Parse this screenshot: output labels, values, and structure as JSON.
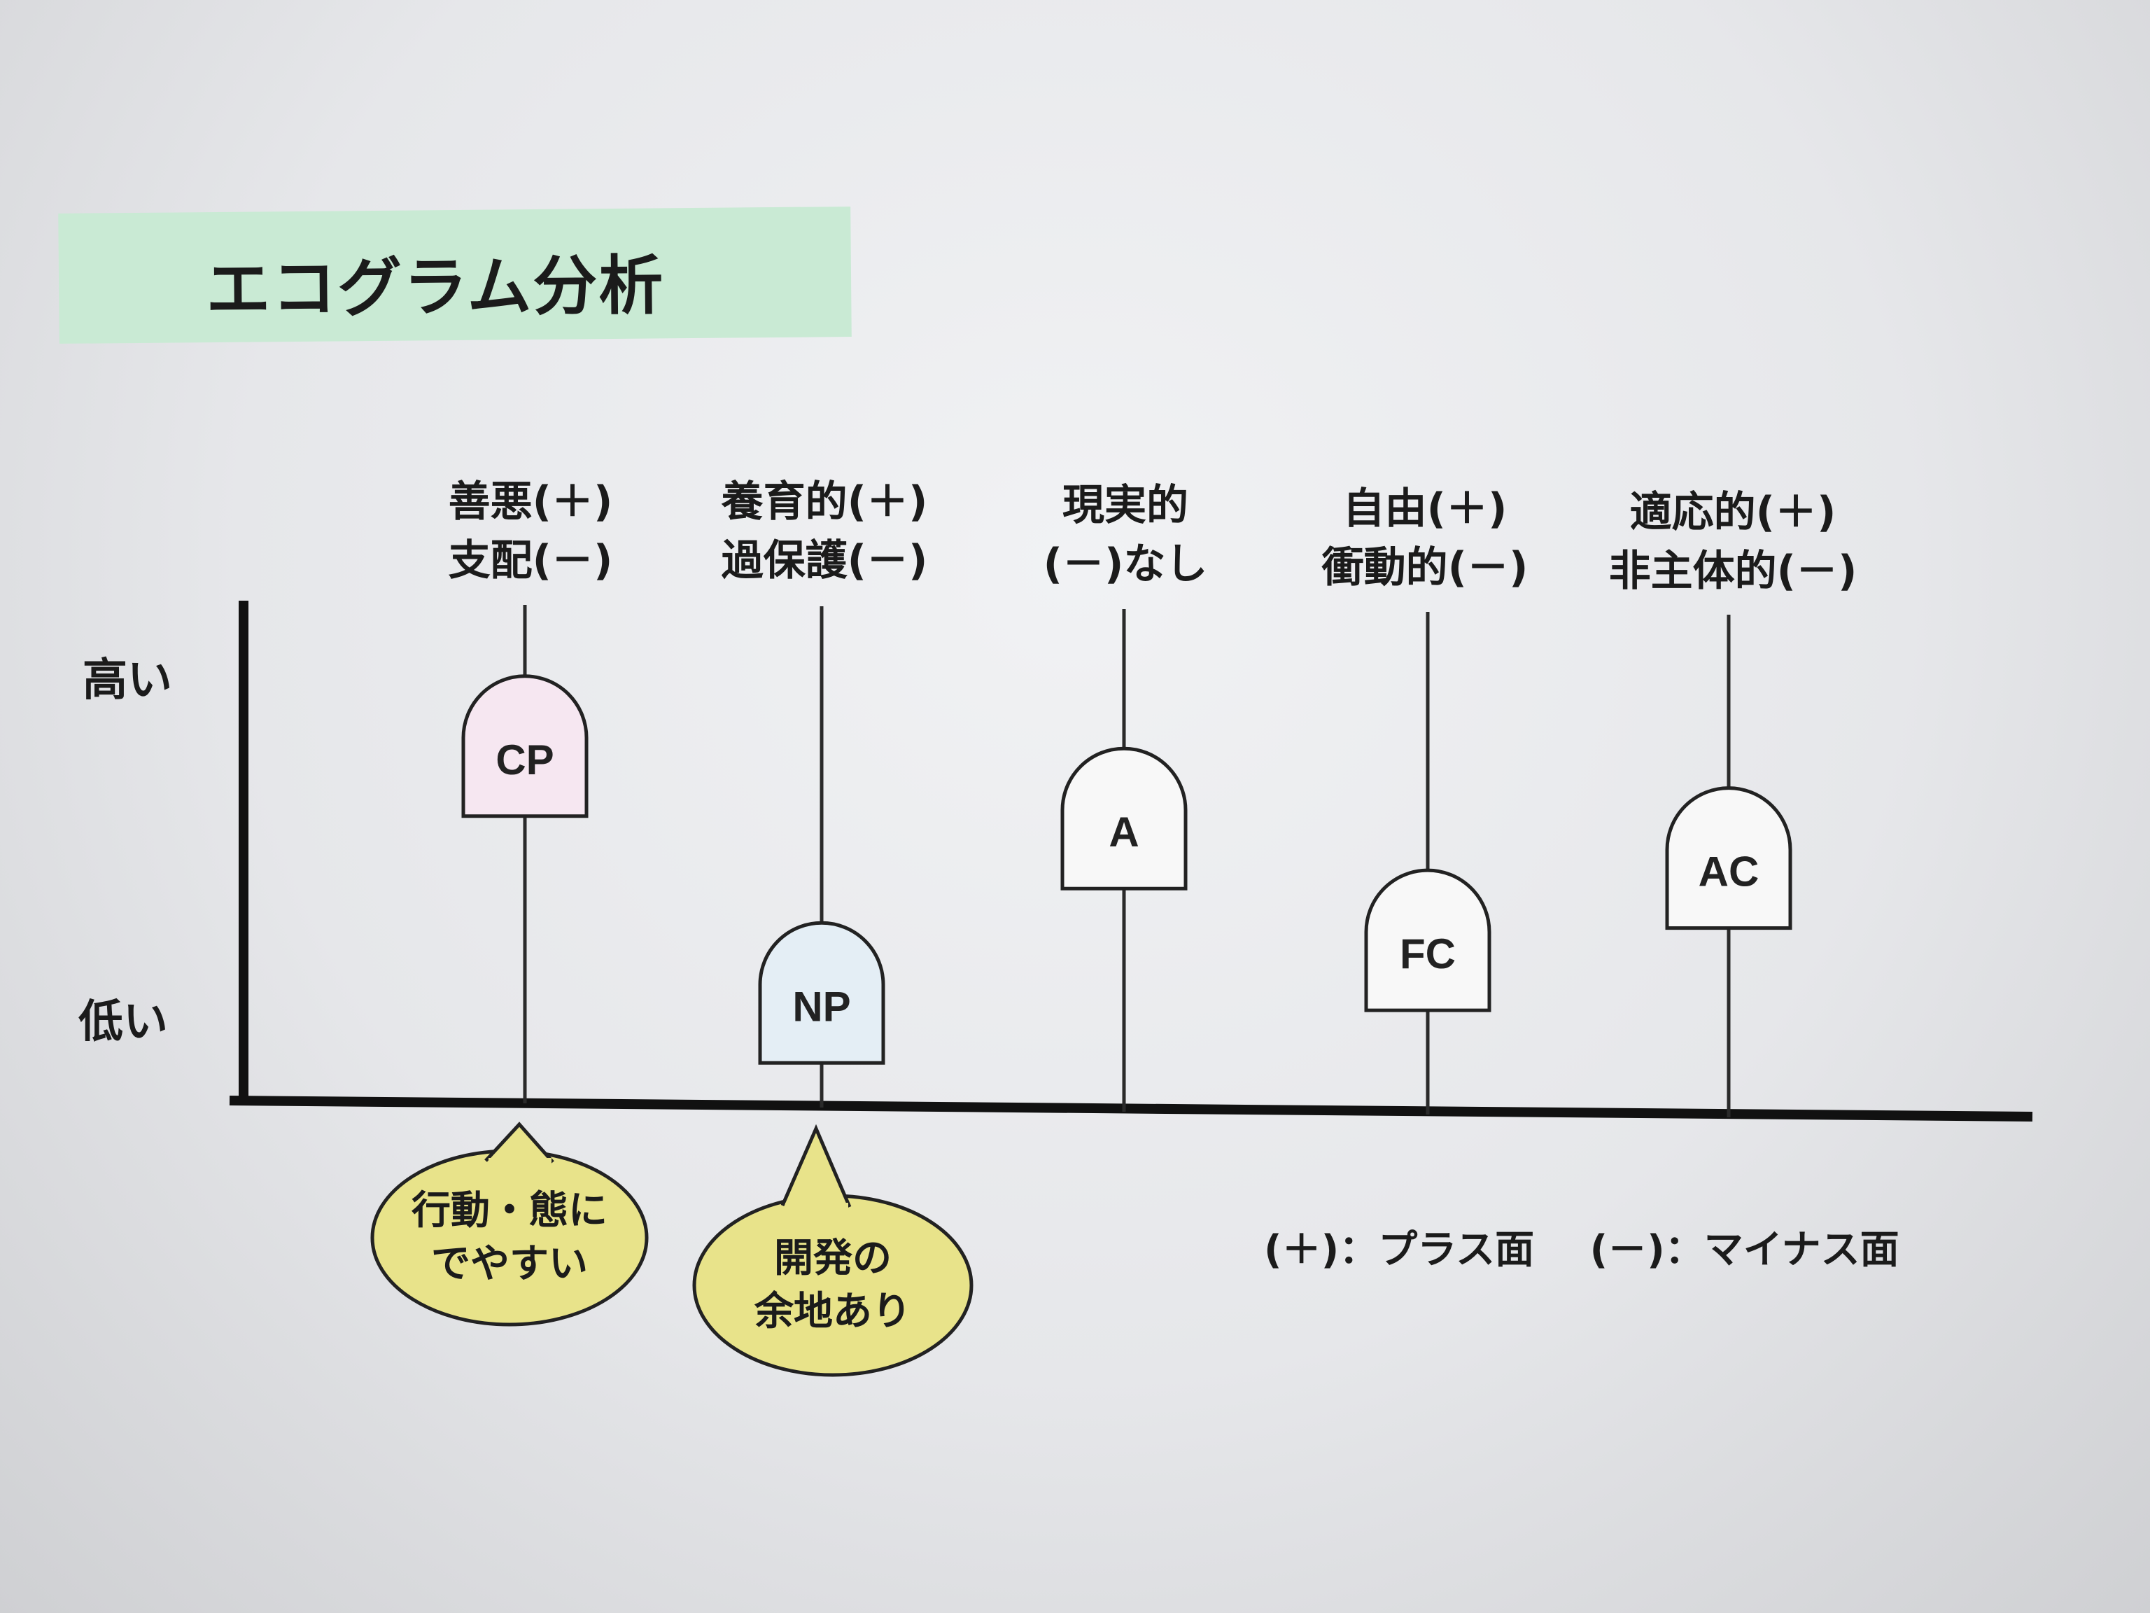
{
  "title": "エコグラム分析",
  "axis": {
    "high": "高い",
    "low": "低い"
  },
  "states": [
    {
      "id": "CP",
      "label_top": "善悪(＋)",
      "label_bottom": "支配(－)",
      "level": 0.86,
      "fill": "#f6e7f1"
    },
    {
      "id": "NP",
      "label_top": "養育的(＋)",
      "label_bottom": "過保護(－)",
      "level": 0.11,
      "fill": "#e4eef5"
    },
    {
      "id": "A",
      "label_top": "現実的",
      "label_bottom": "(－)なし",
      "level": 0.64,
      "fill": "#f8f8f8"
    },
    {
      "id": "FC",
      "label_top": "自由(＋)",
      "label_bottom": "衝動的(－)",
      "level": 0.27,
      "fill": "#f8f8f8"
    },
    {
      "id": "AC",
      "label_top": "適応的(＋)",
      "label_bottom": "非主体的(－)",
      "level": 0.52,
      "fill": "#f8f8f8"
    }
  ],
  "callouts": [
    {
      "target": "CP",
      "line1": "行動・態に",
      "line2": "でやすい"
    },
    {
      "target": "NP",
      "line1": "開発の",
      "line2": "余地あり"
    }
  ],
  "callout_color": "#e8e38a",
  "legend": {
    "plus": "(＋)：プラス面",
    "minus": "(－)：マイナス面"
  }
}
